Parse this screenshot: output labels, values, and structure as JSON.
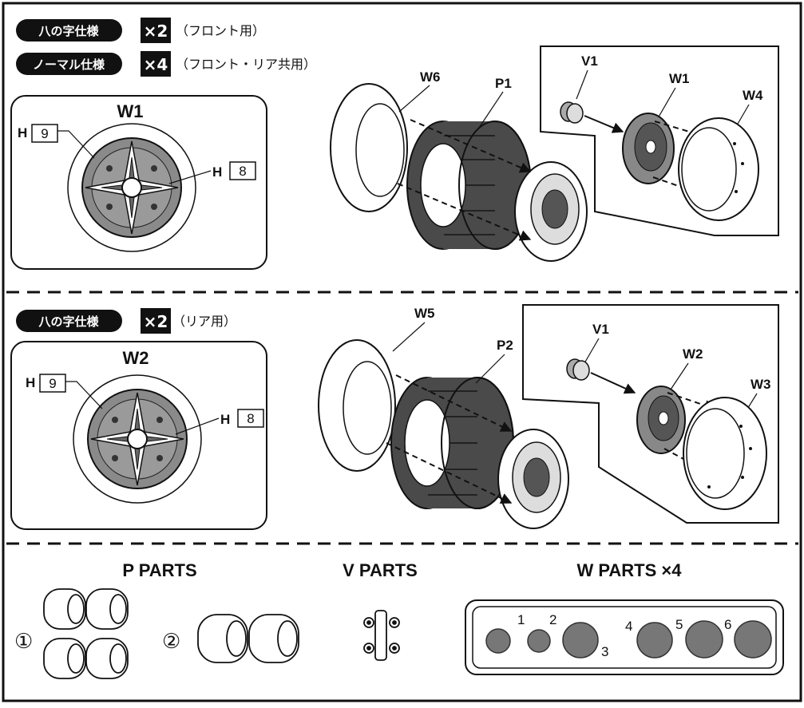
{
  "section1": {
    "badge1": "八の字仕様",
    "mult1": "×2",
    "note1": "（フロント用）",
    "badge2": "ノーマル仕様",
    "mult2": "×4",
    "note2": "（フロント・リア共用）",
    "wheel_title": "W1",
    "callout_left_letter": "H",
    "callout_left_num": "9",
    "callout_right_letter": "H",
    "callout_right_num": "8",
    "labels": {
      "w6": "W6",
      "p1": "P1",
      "v1": "V1",
      "w1": "W1",
      "w4": "W4"
    }
  },
  "section2": {
    "badge1": "八の字仕様",
    "mult1": "×2",
    "note1": "（リア用）",
    "wheel_title": "W2",
    "callout_left_letter": "H",
    "callout_left_num": "9",
    "callout_right_letter": "H",
    "callout_right_num": "8",
    "labels": {
      "w5": "W5",
      "p2": "P2",
      "v1": "V1",
      "w2": "W2",
      "w3": "W3"
    }
  },
  "parts": {
    "p_title": "P PARTS",
    "v_title": "V PARTS",
    "w_title": "W PARTS ×4",
    "p_group1_num": "①",
    "p_group2_num": "②",
    "w_numbers": [
      "1",
      "2",
      "3",
      "4",
      "5",
      "6"
    ]
  },
  "colors": {
    "ink": "#111111",
    "tire_gray": "#4a4a4a",
    "disc_gray": "#8a8a8a",
    "hub_gray": "#9a9a9a",
    "paper": "#ffffff"
  }
}
